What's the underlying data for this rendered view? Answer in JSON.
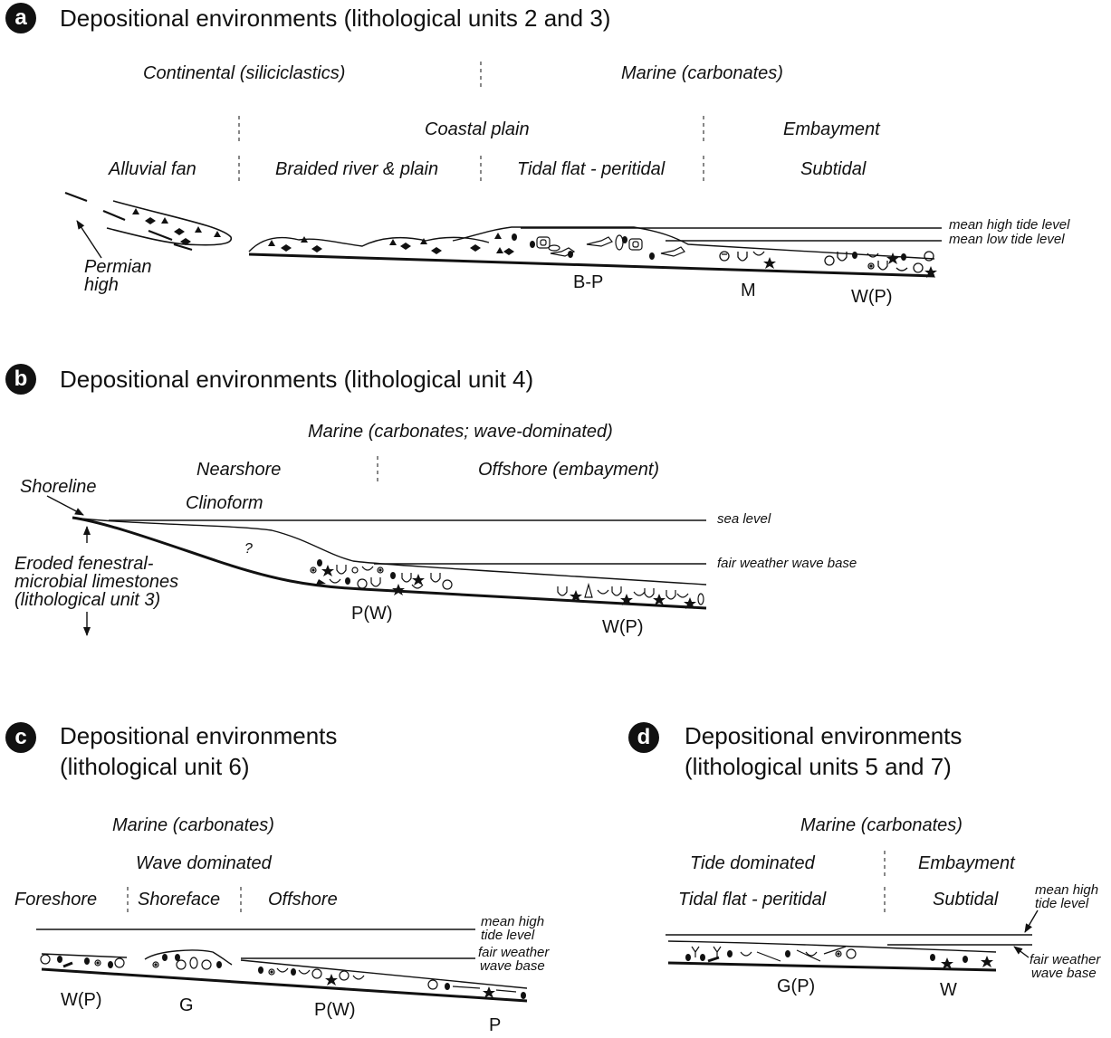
{
  "panel_a": {
    "badge": "a",
    "title": "Depositional environments (lithological units 2 and 3)",
    "continental": "Continental (siliciclastics)",
    "marine": "Marine (carbonates)",
    "coastal_plain": "Coastal plain",
    "embayment": "Embayment",
    "alluvial_fan": "Alluvial fan",
    "braided": "Braided river & plain",
    "tidal_flat": "Tidal flat - peritidal",
    "subtidal": "Subtidal",
    "permian_1": "Permian",
    "permian_2": "high",
    "mean_high": "mean high tide level",
    "mean_low": "mean low tide level",
    "code_bp": "B-P",
    "code_m": "M",
    "code_wp": "W(P)"
  },
  "panel_b": {
    "badge": "b",
    "title": "Depositional environments (lithological unit 4)",
    "marine": "Marine (carbonates; wave-dominated)",
    "nearshore": "Nearshore",
    "offshore": "Offshore (embayment)",
    "shoreline": "Shoreline",
    "clinoform": "Clinoform",
    "eroded_1": "Eroded fenestral-",
    "eroded_2": "microbial limestones",
    "eroded_3": "(lithological unit 3)",
    "question": "?",
    "sea_level": "sea level",
    "fwwb": "fair weather wave base",
    "code_pw": "P(W)",
    "code_wp": "W(P)"
  },
  "panel_c": {
    "badge": "c",
    "title_1": "Depositional environments",
    "title_2": "(lithological unit 6)",
    "marine": "Marine (carbonates)",
    "wave": "Wave dominated",
    "foreshore": "Foreshore",
    "shoreface": "Shoreface",
    "offshore": "Offshore",
    "mht_1": "mean high",
    "mht_2": "tide level",
    "fw_1": "fair weather",
    "fw_2": "wave base",
    "code_wp": "W(P)",
    "code_g": "G",
    "code_pw": "P(W)",
    "code_p": "P"
  },
  "panel_d": {
    "badge": "d",
    "title_1": "Depositional environments",
    "title_2": "(lithological units 5 and 7)",
    "marine": "Marine (carbonates)",
    "tide": "Tide dominated",
    "embayment": "Embayment",
    "tidal_flat": "Tidal flat - peritidal",
    "subtidal": "Subtidal",
    "mht_1": "mean high",
    "mht_2": "tide level",
    "fw_1": "fair weather",
    "fw_2": "wave base",
    "code_gp": "G(P)",
    "code_w": "W"
  }
}
